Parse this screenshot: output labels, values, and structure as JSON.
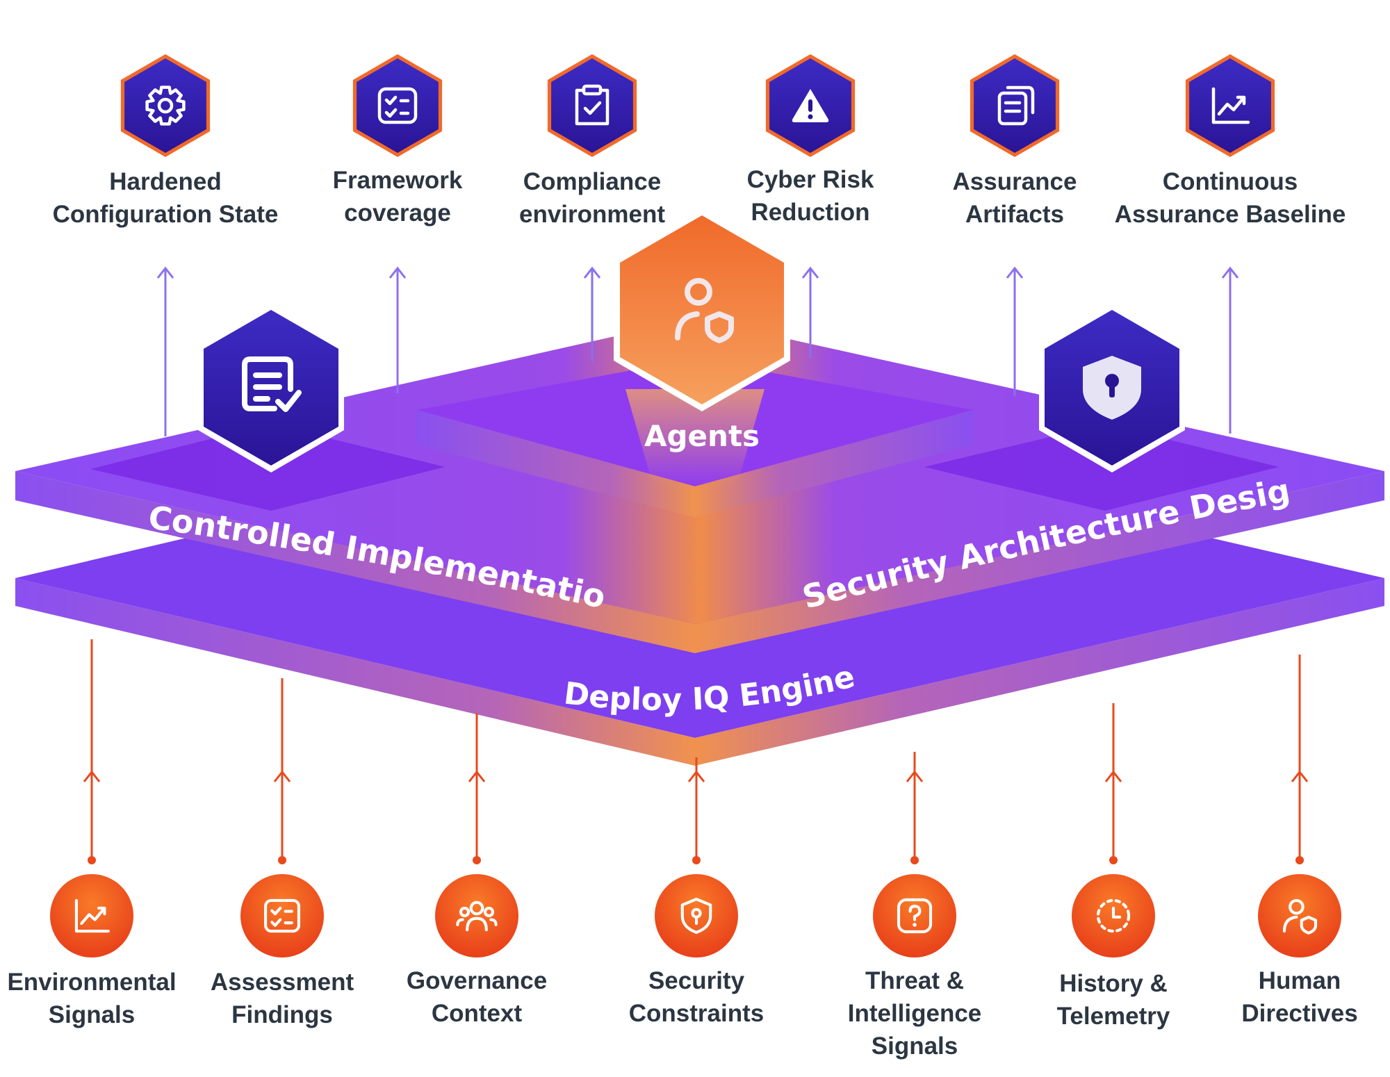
{
  "outputs": [
    {
      "line1": "Hardened",
      "line2": "Configuration State",
      "icon": "gear-icon"
    },
    {
      "line1": "Framework",
      "line2": "coverage",
      "icon": "checklist-icon"
    },
    {
      "line1": "Compliance",
      "line2": "environment",
      "icon": "clipboard-check-icon"
    },
    {
      "line1": "Cyber Risk",
      "line2": "Reduction",
      "icon": "warning-icon"
    },
    {
      "line1": "Assurance",
      "line2": "Artifacts",
      "icon": "document-stack-icon"
    },
    {
      "line1": "Continuous",
      "line2": "Assurance Baseline",
      "icon": "trend-chart-icon"
    }
  ],
  "inputs": [
    {
      "line1": "Environmental",
      "line2": "Signals",
      "icon": "trend-chart-icon"
    },
    {
      "line1": "Assessment",
      "line2": "Findings",
      "icon": "checklist-icon"
    },
    {
      "line1": "Governance",
      "line2": "Context",
      "icon": "users-group-icon"
    },
    {
      "line1": "Security",
      "line2": "Constraints",
      "icon": "shield-keyhole-icon"
    },
    {
      "line1": "Threat &",
      "line2": "Intelligence",
      "line3": "Signals",
      "icon": "question-icon"
    },
    {
      "line1": "History &",
      "line2": "Telemetry",
      "icon": "history-clock-icon"
    },
    {
      "line1": "Human",
      "line2": "Directives",
      "icon": "user-shield-icon"
    }
  ],
  "layers": {
    "agents": "Agents",
    "controlled": "Controlled Implementation",
    "security": "Security Architecture Design",
    "engine": "Deploy IQ Engine"
  },
  "platform_icons": {
    "left": "document-check-icon",
    "center": "user-shield-icon",
    "right": "shield-lock-icon"
  },
  "colors": {
    "purple": "#7c3aed",
    "indigo": "#2a1aa6",
    "orange": "#f26a1b",
    "text": "#2c3642",
    "arrow_up": "#8b6ff0",
    "arrow_in": "#e8491d"
  }
}
